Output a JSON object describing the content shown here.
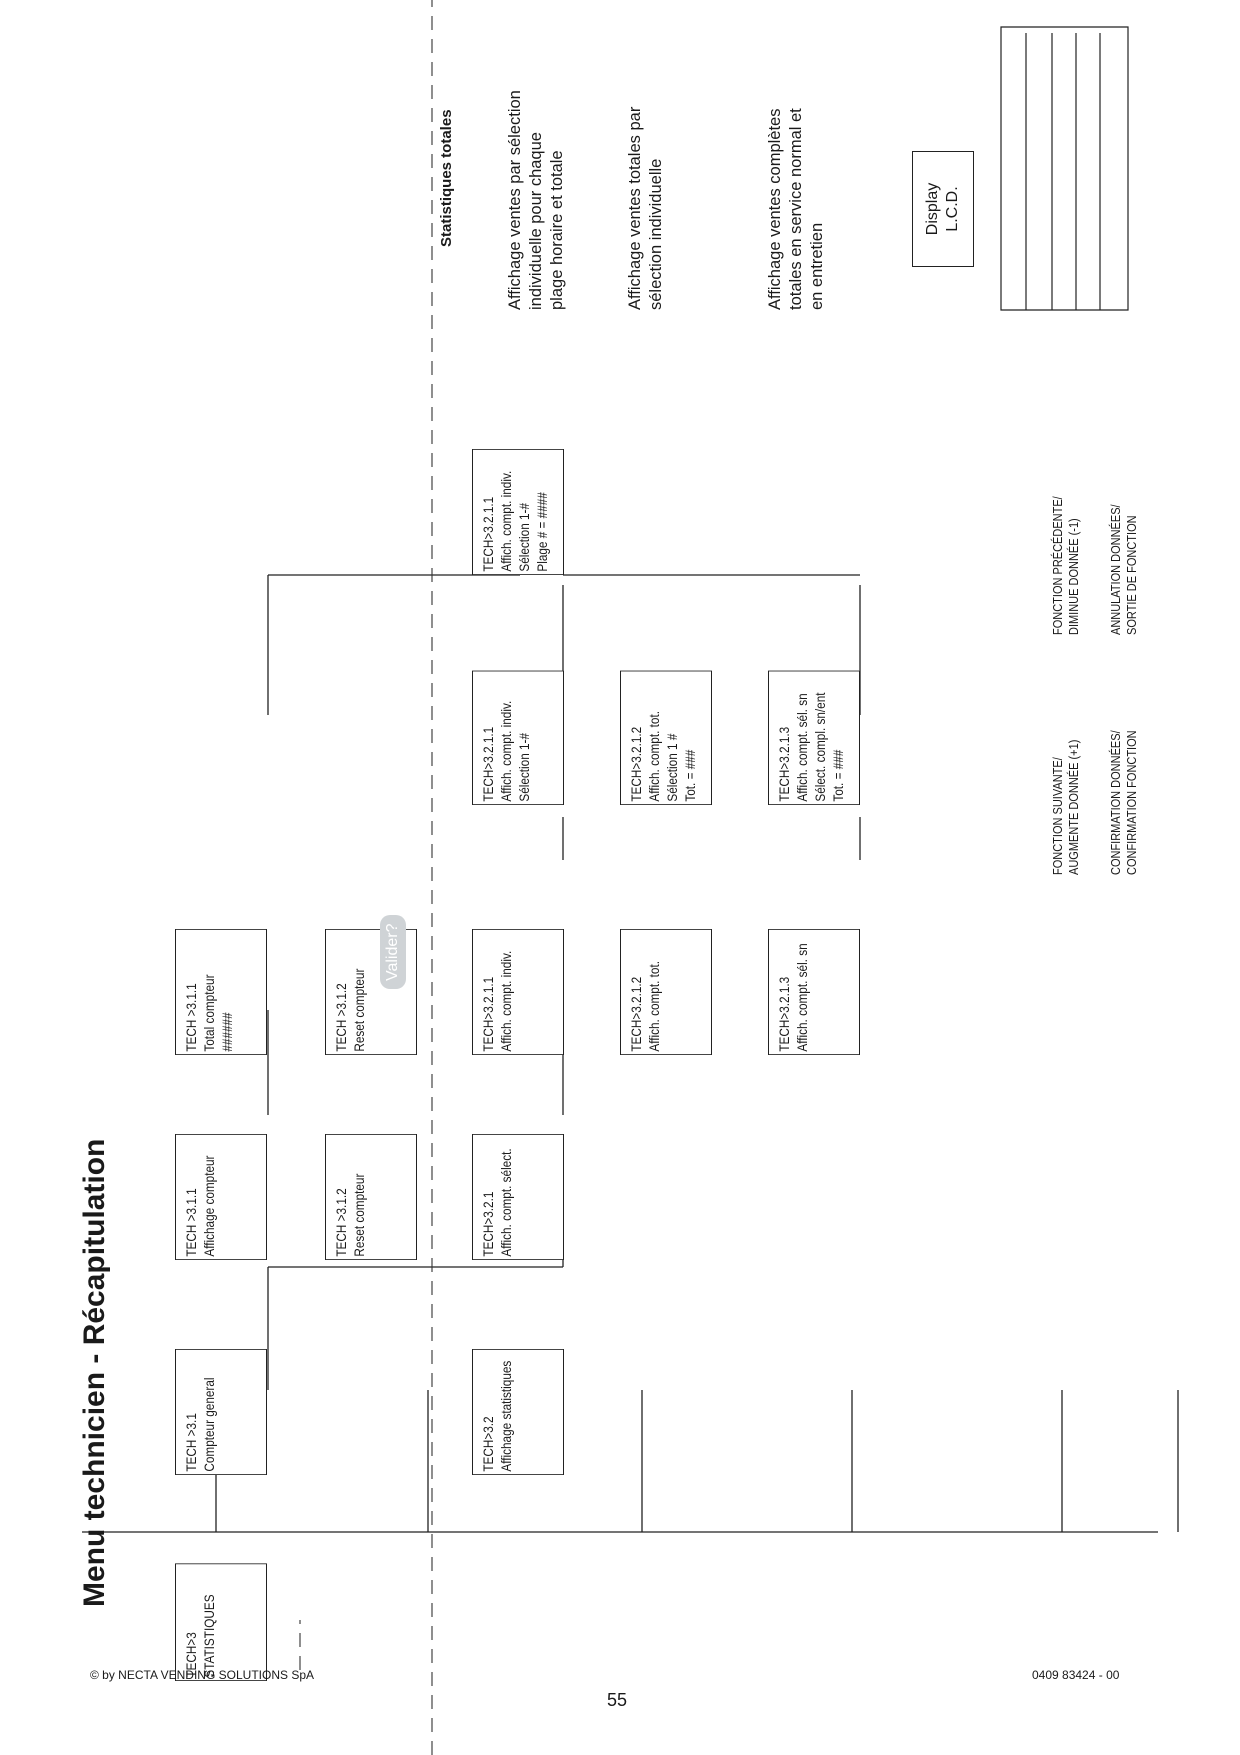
{
  "page": {
    "title": "Menu technicien - Récapitulation",
    "footer_left": "© by NECTA VENDING SOLUTIONS SpA",
    "footer_right": "0409 83424 - 00",
    "page_number": "55"
  },
  "menu": {
    "tech3": [
      "TECH>3",
      "STATISTIQUES"
    ],
    "tech31": [
      "TECH >3.1",
      "Compteur general"
    ],
    "tech311": [
      "TECH >3.1.1",
      "Affichage compteur"
    ],
    "tech3111": [
      "TECH >3.1.1",
      "Total compteur",
      "",
      "######"
    ],
    "tech312": [
      "TECH >3.1.2",
      "Reset compteur"
    ],
    "tech312_confirm": [
      "TECH >3.1.2",
      "Reset compteur"
    ],
    "validate_badge": "Valider?",
    "tech32": [
      "TECH>3.2",
      "Affichage statistiques"
    ],
    "tech321": [
      "TECH>3.2.1",
      "Affich. compt. sélect."
    ],
    "tech3211": [
      "TECH>3.2.1.1",
      "Affich. compt. indiv."
    ],
    "tech3212": [
      "TECH>3.2.1.2",
      "Affich. compt. tot."
    ],
    "tech3213": [
      "TECH>3.2.1.3",
      "Affich. compt. sél. sn"
    ],
    "tech3211_sub": [
      "TECH>3.2.1.1",
      "Affich. compt. indiv.",
      "Sélection 1-#"
    ],
    "tech3211_sub2": [
      "TECH>3.2.1.1",
      "Affich. compt. indiv.",
      "Sélection 1-#",
      "Plage # = ####"
    ],
    "tech3212_sub": [
      "TECH>3.2.1.2",
      "Affich. compt. tot.",
      "Sélection 1 #",
      "Tot. = ###"
    ],
    "tech3213_sub": [
      "TECH>3.2.1.3",
      "Affich. compt. sél. sn",
      "Sélect. compl. sn/ent",
      "Tot. = ###"
    ]
  },
  "stats_section": {
    "title": "Statistiques totales",
    "desc1": "Affichage ventes par sélection individuelle pour chaque plage horaire et totale",
    "desc2": "Affichage ventes totales par sélection individuelle",
    "desc3": "Affichage ventes complètes totales en service normal et en entretien"
  },
  "legend": {
    "lcd": [
      "Display",
      "L.C.D."
    ],
    "next": [
      "FONCTION SUIVANTE/",
      "AUGMENTE DONNÉE (+1)"
    ],
    "confirm": [
      "CONFIRMATION DONNÉES/",
      "CONFIRMATION FONCTION"
    ],
    "prev": [
      "FONCTION PRÉCÉDENTE/",
      "DIMINUE DONNÉE (-1)"
    ],
    "cancel": [
      "ANNULATION DONNÉES/",
      "SORTIE DE FONCTION"
    ]
  }
}
